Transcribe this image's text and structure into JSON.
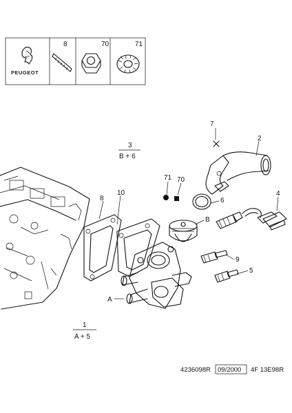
{
  "header_box": {
    "brand": "PEUGEOT",
    "cells": [
      {
        "num": "8",
        "icon": "bolt-icon"
      },
      {
        "num": "70",
        "icon": "nut-icon"
      },
      {
        "num": "71",
        "icon": "washer-icon"
      }
    ]
  },
  "refs": {
    "ref3": {
      "num": "3",
      "sub": "B + 6"
    },
    "ref1": {
      "num": "1",
      "sub": "A + 5"
    }
  },
  "callouts": {
    "c7": "7",
    "c2": "2",
    "c71": "71",
    "c70": "70",
    "c6": "6",
    "c4": "4",
    "c10": "10",
    "c8": "8",
    "cB": "B",
    "c9": "9",
    "c5": "5",
    "cA": "A"
  },
  "footer": {
    "ref": "4236098R",
    "date": "09/2000",
    "code": "4F 13E98R"
  }
}
